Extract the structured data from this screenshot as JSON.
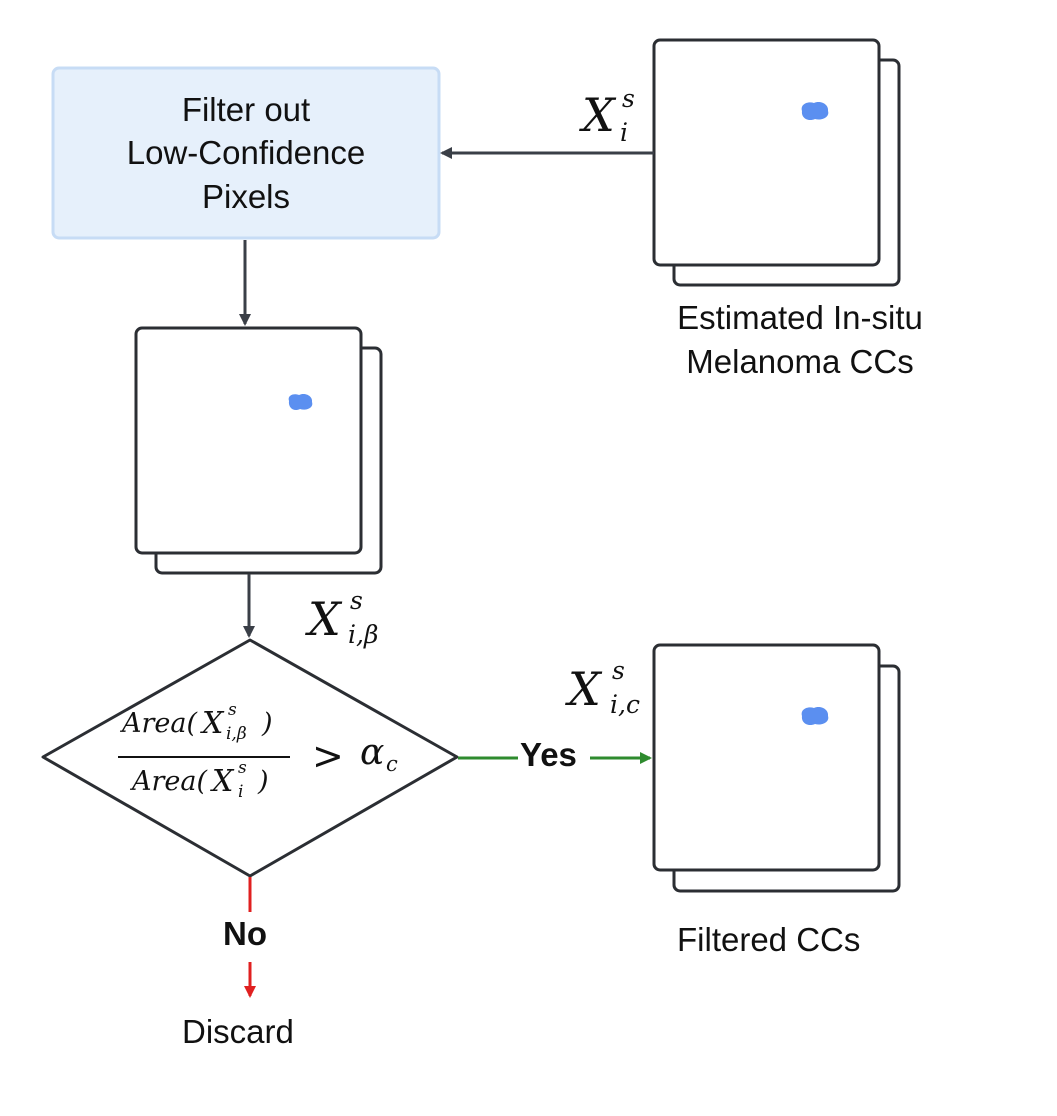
{
  "diagram": {
    "filter_box": {
      "lines": [
        "Filter out",
        "Low-Confidence",
        "Pixels"
      ]
    },
    "input_label": {
      "main": "X",
      "sup": "s",
      "sub": "i"
    },
    "input_caption": {
      "lines": [
        "Estimated In-situ",
        "Melanoma CCs"
      ]
    },
    "filtered_label": {
      "main": "X",
      "sup": "s",
      "sub": "i,β"
    },
    "decision": {
      "numerator": {
        "func": "Area(",
        "main": "X",
        "sup": "s",
        "sub": "i,β",
        "close": ")"
      },
      "denominator": {
        "func": "Area(",
        "main": "X",
        "sup": "s",
        "sub": "i",
        "close": ")"
      },
      "operator": ">",
      "threshold": "α",
      "threshold_sub": "c"
    },
    "yes_label": "Yes",
    "no_label": "No",
    "discard_label": "Discard",
    "output_label": {
      "main": "X",
      "sup": "s",
      "sub": "i,c"
    },
    "output_caption": "Filtered CCs",
    "colors": {
      "box_fill": "#e6f0fb",
      "box_border": "#c7dcf5",
      "edge": "#3a3f47",
      "blob": "#5b8ff0",
      "yes": "#2e8b2e",
      "no": "#e02020"
    }
  }
}
